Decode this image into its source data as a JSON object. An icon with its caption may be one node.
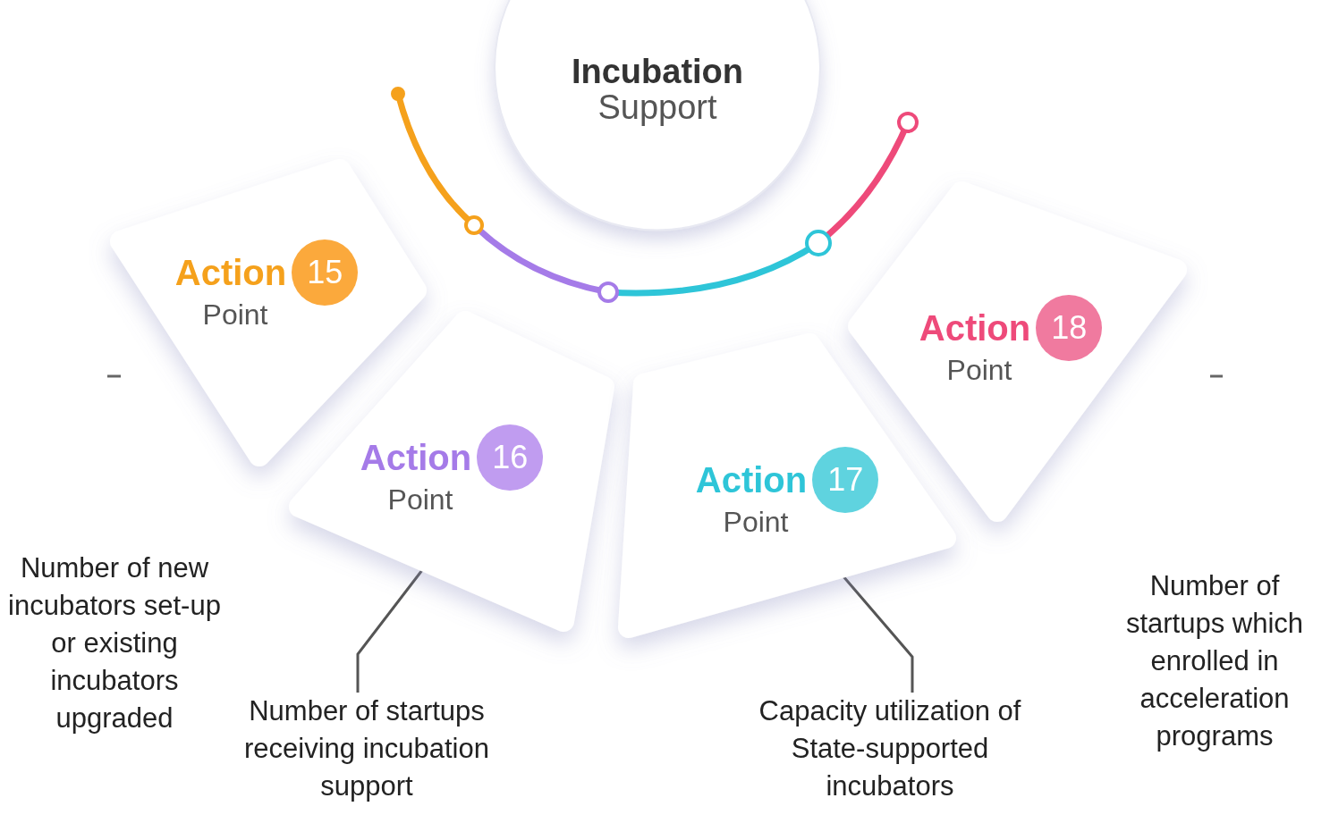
{
  "diagram": {
    "nodes": [
      {
        "text": [
          "Incubation",
          "Support"
        ]
      },
      {
        "text": [
          "Action",
          "15",
          "Point"
        ]
      },
      {
        "text": [
          "Action",
          "16",
          "Point"
        ]
      },
      {
        "text": [
          "Action",
          "17",
          "Point"
        ]
      },
      {
        "text": [
          "Action",
          "18",
          "Point"
        ]
      },
      {
        "text": [
          "Number of new incubators set-up or existing incubators upgraded"
        ]
      },
      {
        "text": [
          "Number of startups receiving incubation support"
        ]
      },
      {
        "text": [
          "Capacity utilization of State-supported incubators"
        ]
      },
      {
        "text": [
          "Number of startups which enrolled in acceleration programs"
        ]
      }
    ],
    "edges": [
      {
        "from": 6,
        "to": 2,
        "arrow": "none"
      },
      {
        "from": 7,
        "to": 3,
        "arrow": "none"
      }
    ]
  }
}
